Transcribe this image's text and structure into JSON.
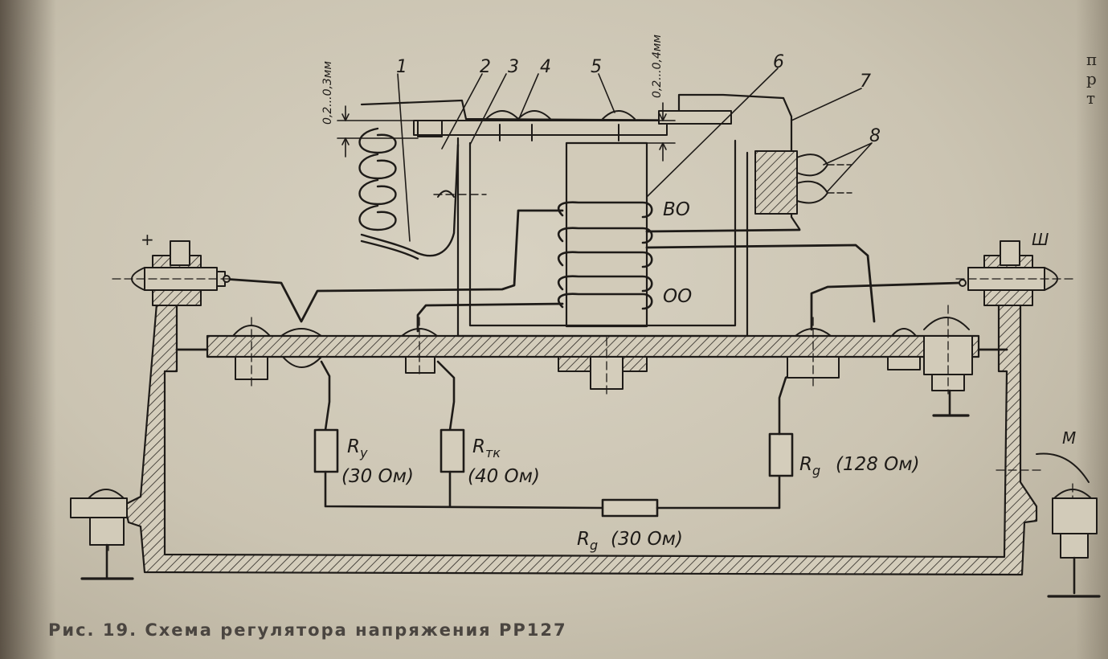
{
  "labels": {
    "n1": "1",
    "n2": "2",
    "n3": "3",
    "n4": "4",
    "n5": "5",
    "n6": "6",
    "n7": "7",
    "n8": "8",
    "gap_left": "0,2...0,3мм",
    "gap_right": "0,2...0,4мм",
    "winding_top": "ВО",
    "winding_bottom": "ОО",
    "term_plus": "+",
    "term_sh": "Ш",
    "term_m": "М"
  },
  "resistors": {
    "ry_name": "R",
    "ry_sub": "y",
    "ry_value": "(30 Ом)",
    "rtk_name": "R",
    "rtk_sub": "тк",
    "rtk_value": "(40 Ом)",
    "rg1_name": "R",
    "rg1_sub": "g",
    "rg1_value": "(128 Ом)",
    "rg2_name": "R",
    "rg2_sub": "g",
    "rg2_value": "(30 Ом)"
  },
  "caption": "Рис. 19. Схема регулятора напряжения РР127",
  "margin_text": [
    "п",
    "р",
    "т"
  ]
}
